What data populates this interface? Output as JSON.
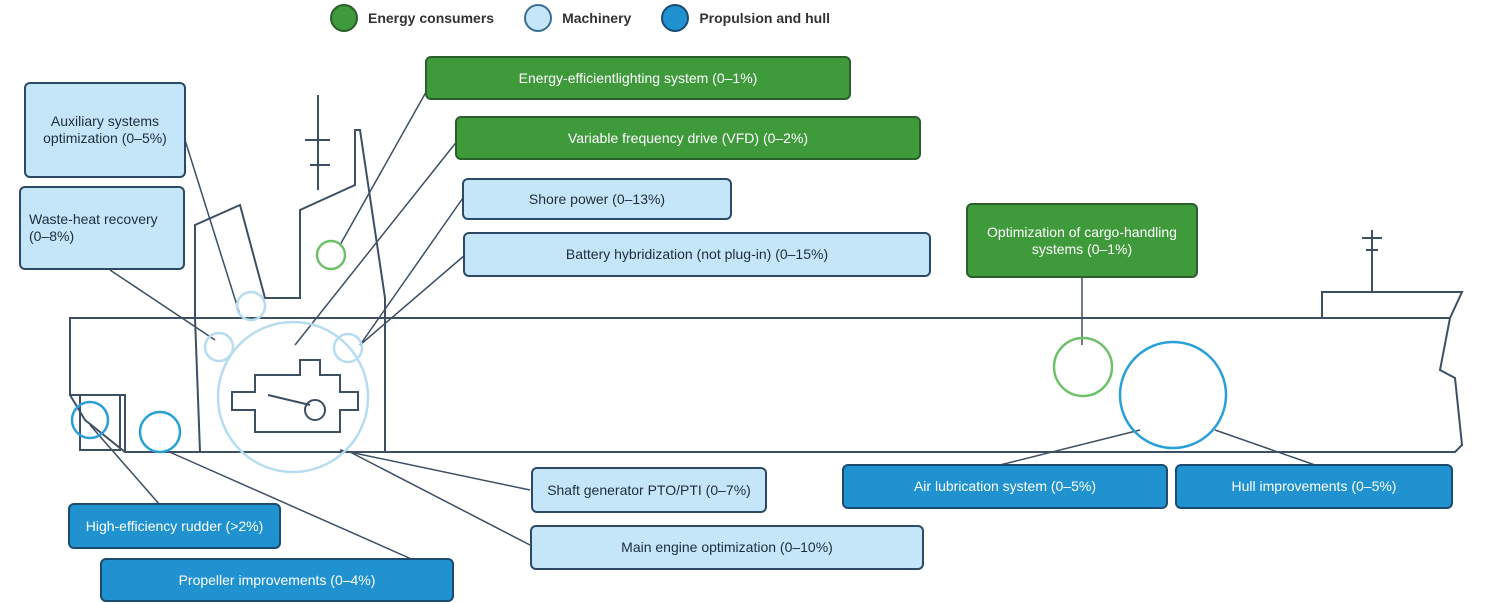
{
  "legend": [
    {
      "label": "Energy consumers",
      "color": "#3f9a3c"
    },
    {
      "label": "Machinery",
      "color": "#c4e6f8"
    },
    {
      "label": "Propulsion and hull",
      "color": "#1f92cf"
    }
  ],
  "boxes": {
    "lighting": "Energy-efficientlighting system (0–1%)",
    "vfd": "Variable frequency drive (VFD) (0–2%)",
    "auxiliary": "Auxiliary systems optimization (0–5%)",
    "waste_heat": "Waste-heat recovery (0–8%)",
    "shore_power": "Shore power (0–13%)",
    "battery": "Battery hybridization (not plug-in) (0–15%)",
    "cargo": "Optimization of cargo-handling systems (0–1%)",
    "shaft_generator": "Shaft generator PTO/PTI (0–7%)",
    "main_engine": "Main engine optimization (0–10%)",
    "air_lubrication": "Air lubrication system (0–5%)",
    "hull": "Hull improvements (0–5%)",
    "rudder": "High-efficiency rudder (>2%)",
    "propeller": "Propeller improvements (0–4%)"
  },
  "colors": {
    "energy_consumers": "#3f9a3c",
    "machinery": "#c4e6f8",
    "propulsion_hull": "#1f92cf",
    "outline": "#2c3e50"
  }
}
